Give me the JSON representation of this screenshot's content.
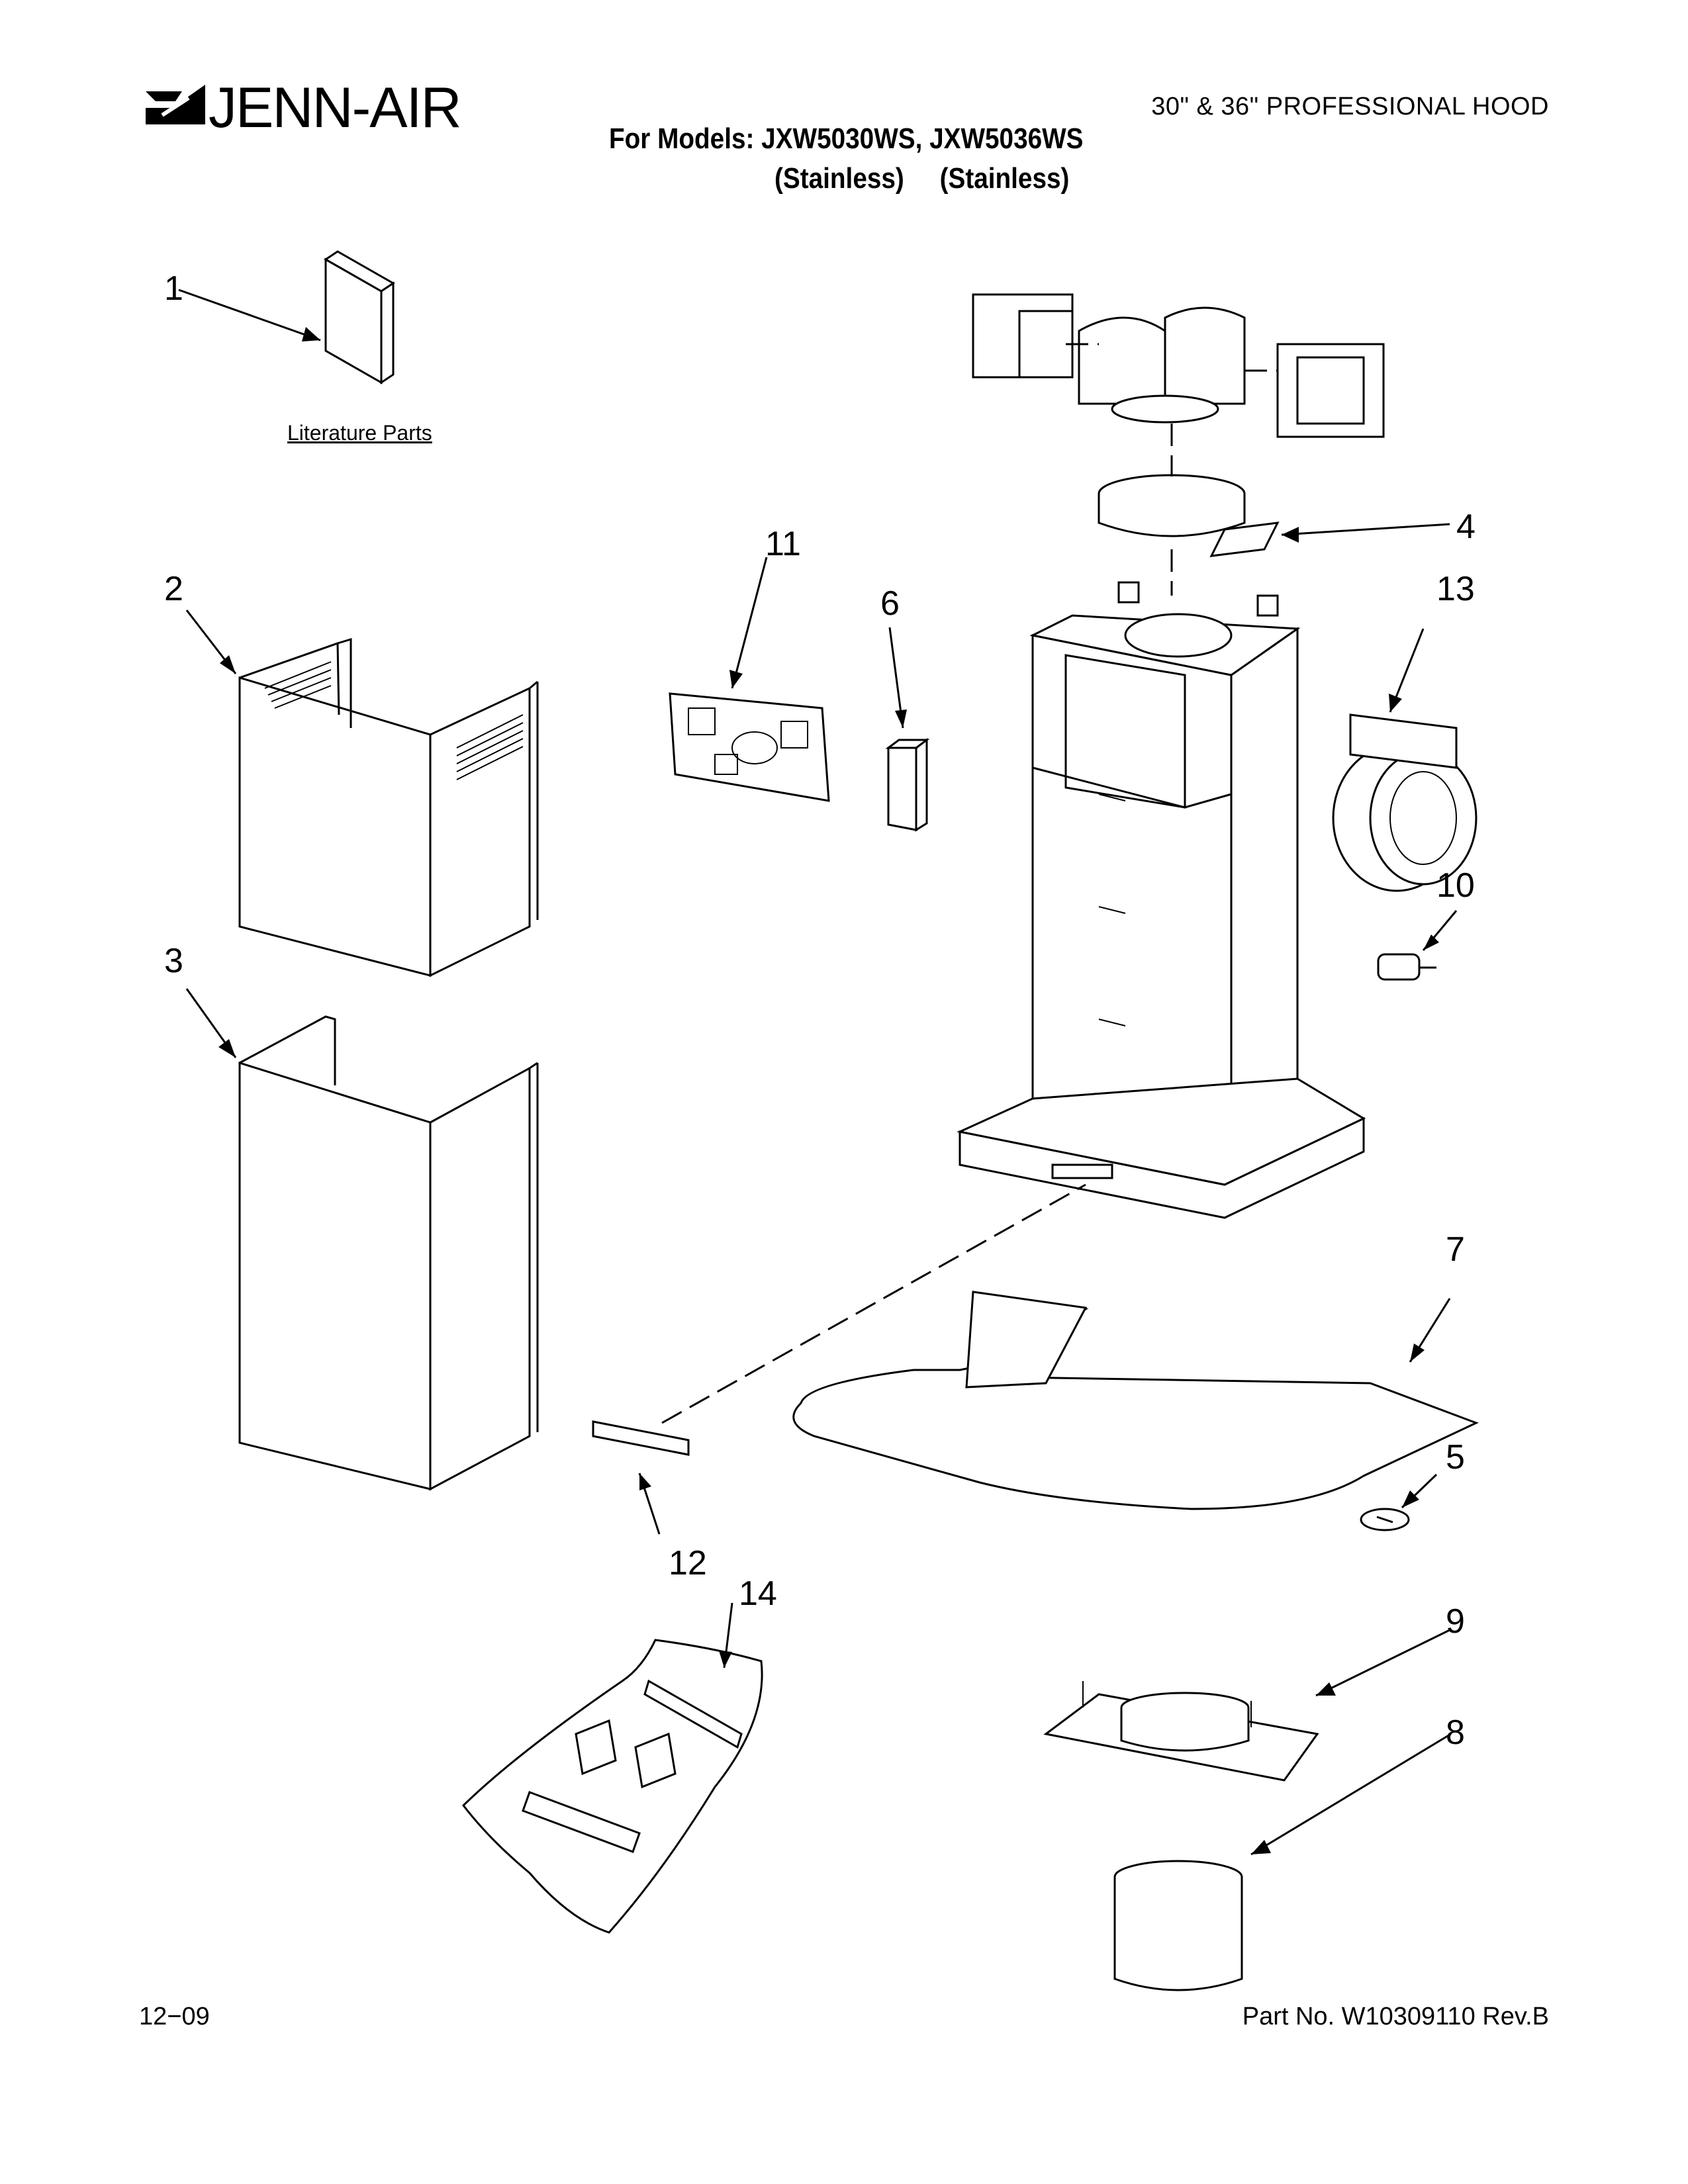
{
  "header": {
    "brand": "JENN-AIR",
    "product_title": "30\" & 36\" PROFESSIONAL HOOD",
    "models_line": "For Models: JXW5030WS, JXW5036WS",
    "finish_line": "(Stainless)     (Stainless)"
  },
  "diagram": {
    "literature_label": "Literature Parts",
    "callouts": {
      "c1": "1",
      "c2": "2",
      "c3": "3",
      "c4": "4",
      "c5": "5",
      "c6": "6",
      "c7": "7",
      "c8": "8",
      "c9": "9",
      "c10": "10",
      "c11": "11",
      "c12": "12",
      "c13": "13",
      "c14": "14"
    }
  },
  "footer": {
    "date_code": "12−09",
    "part_number": "Part No. W10309110 Rev.B"
  }
}
